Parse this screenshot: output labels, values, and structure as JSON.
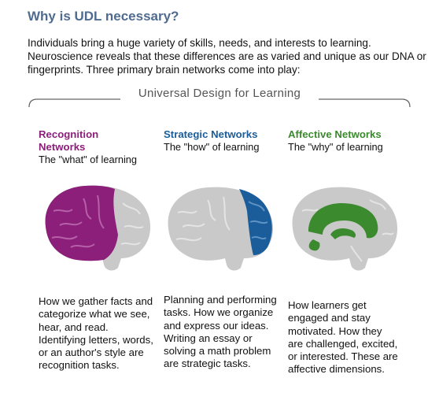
{
  "title": "Why is UDL necessary?",
  "intro": "Individuals bring a huge variety of skills, needs, and interests to learning. Neuroscience reveals that these differences are as varied and unique as our DNA or fingerprints. Three primary brain networks come into play:",
  "banner": "Universal Design for Learning",
  "columns": [
    {
      "heading": "Recognition Networks",
      "subtitle": "The \"what\" of learning",
      "description": "How we gather facts and categorize what we see, hear, and read. Identifying letters, words, or an author's style are recognition tasks.",
      "color": "#8b1f7a"
    },
    {
      "heading": "Strategic Networks",
      "subtitle": "The \"how\" of learning",
      "description": "Planning and performing tasks. How we organize and express our ideas. Writing an essay or solving a math problem are strategic tasks.",
      "color": "#1a5d9a"
    },
    {
      "heading": "Affective Networks",
      "subtitle": "The \"why\" of learning",
      "description": "How learners get engaged and stay motivated. How they are challenged, excited, or interested. These are affective dimensions.",
      "color": "#3b8a2e"
    }
  ]
}
